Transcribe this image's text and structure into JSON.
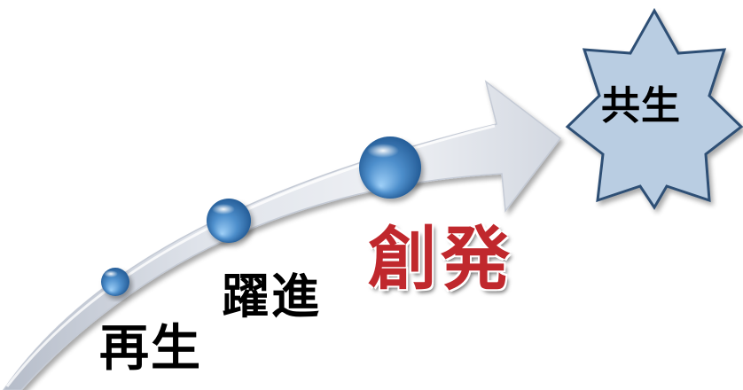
{
  "stages": [
    {
      "label": "再生"
    },
    {
      "label": "躍進"
    },
    {
      "label": "創発"
    }
  ],
  "goal": {
    "label": "共生"
  },
  "colors": {
    "arrow_light": "#e8ebf1",
    "arrow_shadow": "#8d95a6",
    "sphere_dark": "#1e5c9c",
    "sphere_light": "#7fb6e9",
    "star_fill": "#b9cde2",
    "star_stroke": "#2f4f74",
    "stage3_text": "#c0282d"
  }
}
